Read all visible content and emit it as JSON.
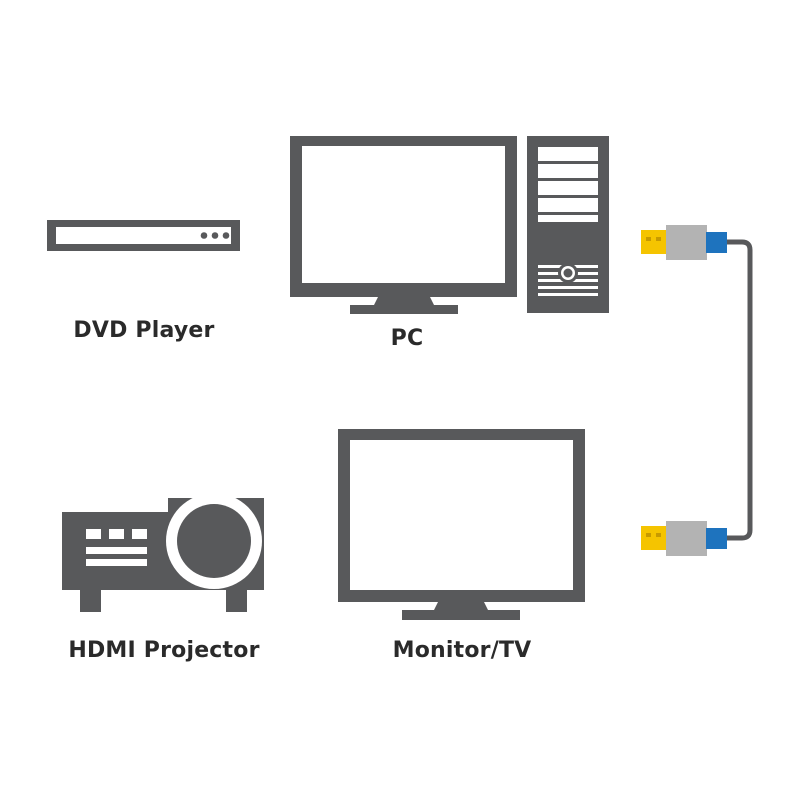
{
  "labels": {
    "dvd_player": "DVD Player",
    "pc": "PC",
    "hdmi_projector": "HDMI Projector",
    "monitor_tv": "Monitor/TV"
  },
  "colors": {
    "device_gray": "#58595b",
    "cable_gray": "#58595b",
    "connector_gray": "#b3b3b3",
    "connector_yellow": "#f5c400",
    "connector_yellow_dark": "#c79a00",
    "connector_blue": "#1e73be",
    "background": "#ffffff",
    "label_text": "#2a2a2a"
  },
  "icons": [
    "dvd-player-icon",
    "pc-monitor-icon",
    "pc-tower-icon",
    "projector-icon",
    "monitor-tv-icon",
    "usb-cable-icon"
  ]
}
